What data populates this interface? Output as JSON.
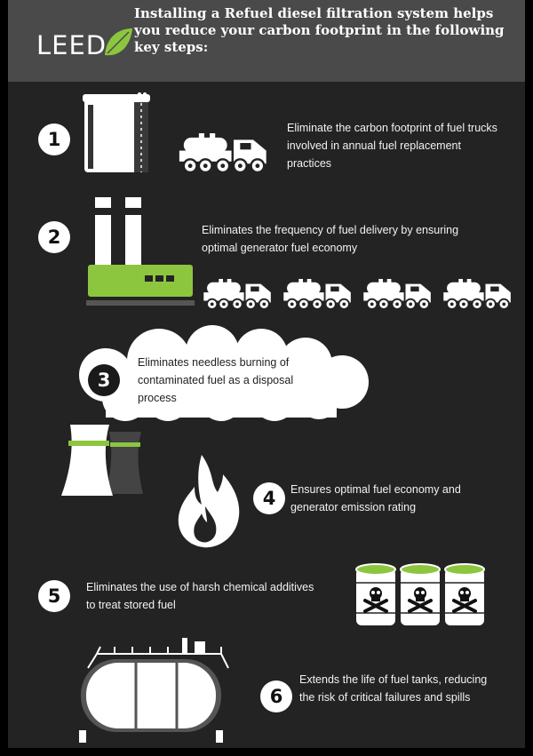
{
  "header": {
    "logo_text": "LEED",
    "headline": "Installing a Refuel diesel filtration system helps you reduce your carbon footprint in the following key steps:"
  },
  "colors": {
    "accent": "#8cc63f",
    "background": "#232323",
    "header": "#4a4a4a",
    "text": "#ffffff"
  },
  "steps": [
    {
      "number": "1",
      "text": "Eliminate the carbon footprint of fuel trucks involved in annual fuel replacement practices",
      "icons": [
        "storage-tank-icon",
        "fuel-truck-icon"
      ]
    },
    {
      "number": "2",
      "text": "Eliminates the frequency of fuel delivery by ensuring optimal generator fuel economy",
      "icons": [
        "factory-icon",
        "fuel-truck-icon"
      ]
    },
    {
      "number": "3",
      "text": "Eliminates needless burning of contaminated fuel as a disposal process",
      "icons": [
        "smoke-cloud-icon",
        "cooling-tower-icon"
      ]
    },
    {
      "number": "4",
      "text": "Ensures optimal fuel economy and generator emission rating",
      "icons": [
        "flame-icon"
      ]
    },
    {
      "number": "5",
      "text": "Eliminates the use of harsh chemical additives to treat stored fuel",
      "icons": [
        "toxic-barrel-icon"
      ]
    },
    {
      "number": "6",
      "text": "Extends the life of fuel tanks, reducing the risk of critical failures and spills",
      "icons": [
        "fuel-tank-icon"
      ]
    }
  ]
}
